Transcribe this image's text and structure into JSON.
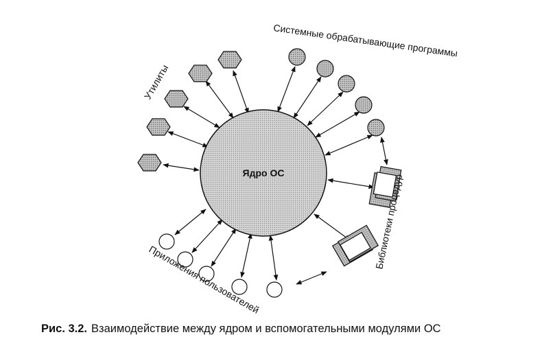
{
  "diagram": {
    "core_label": "Ядро ОС",
    "groups": {
      "utilities": "Утилиты",
      "system_programs": "Системные обрабатывающие программы",
      "libraries": "Библиотеки процедур",
      "user_apps": "Приложения пользователей"
    }
  },
  "caption": {
    "number": "Рис. 3.2.",
    "text": "Взаимодействие между ядром и вспомогательными модулями ОС"
  },
  "colors": {
    "core_fill": "#c8c8c8",
    "hexagon_fill": "#b8b8b8",
    "sphere_fill": "#b0b0b0",
    "stroke": "#111111"
  }
}
